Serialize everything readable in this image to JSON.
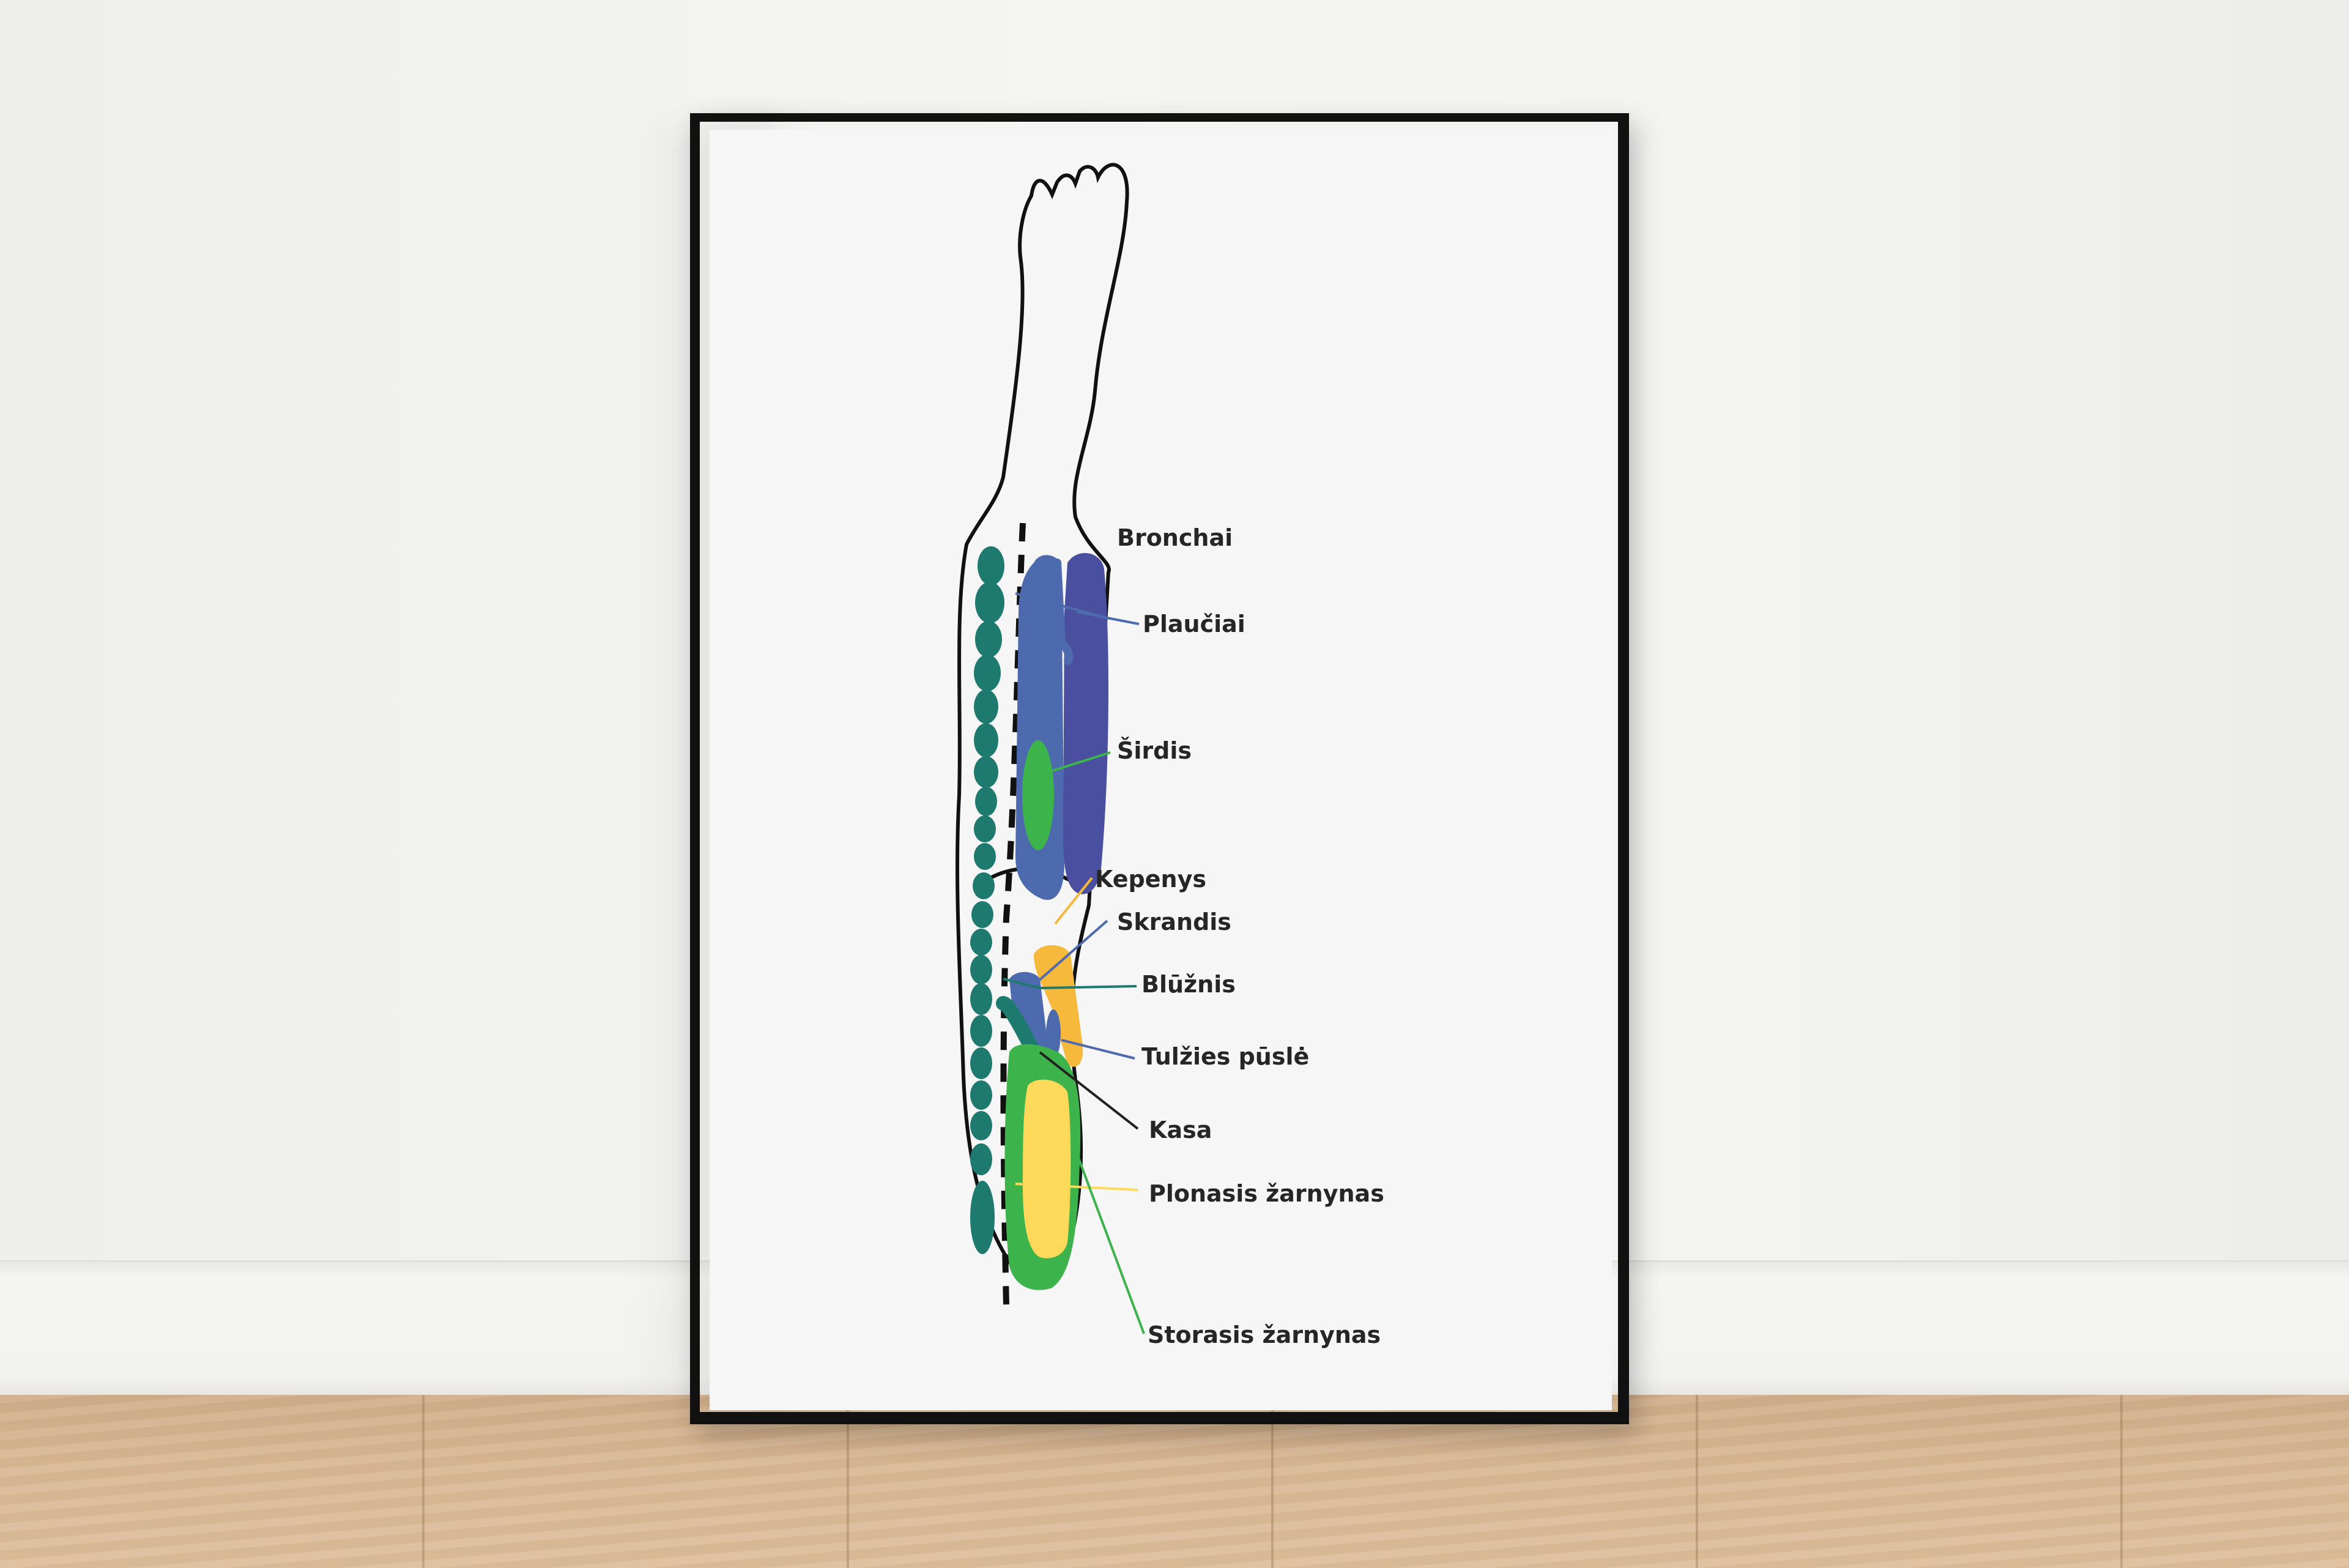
{
  "labels": {
    "bronchi": "Bronchai",
    "lungs": "Plaučiai",
    "heart": "Širdis",
    "liver": "Kepenys",
    "stomach": "Skrandis",
    "spleen": "Blūžnis",
    "gallbladder": "Tulžies pūslė",
    "pancreas": "Kasa",
    "small_intestine": "Plonasis žarnynas",
    "large_intestine": "Storasis žarnynas"
  },
  "colors": {
    "spine": "#1e7a6e",
    "lung_left": "#4d6aae",
    "lung_right": "#4a4fa0",
    "heart": "#3cb44b",
    "liver": "#f6b93b",
    "small_intestine": "#ffd95a",
    "large_intestine": "#3cb44b",
    "line_blue": "#4d6aae",
    "line_dark": "#222222"
  }
}
